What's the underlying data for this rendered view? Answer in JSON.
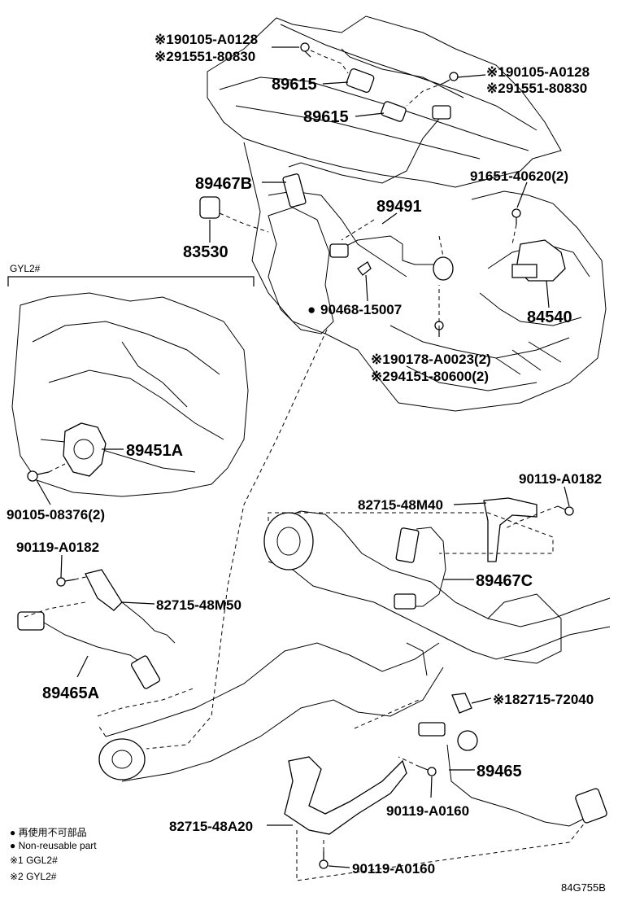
{
  "diagram_code": "84G755B",
  "variant_label": "GYL2#",
  "parts": {
    "bolt_top_left_1": "90105-A0128",
    "bolt_top_left_2": "91551-80830",
    "bolt_top_right_1": "90105-A0128",
    "bolt_top_right_2": "91551-80830",
    "sensor_89615_a": "89615",
    "sensor_89615_b": "89615",
    "sensor_89467b": "89467B",
    "sensor_83530": "83530",
    "sensor_89491": "89491",
    "clip_90468": "90468-15007",
    "bolt_91651": "91651-40620(2)",
    "switch_84540": "84540",
    "bolt_bottom_1": "90178-A0023(2)",
    "bolt_bottom_2": "94151-80600(2)",
    "switch_89451a": "89451A",
    "bolt_90105_08376": "90105-08376(2)",
    "bolt_90119_left": "90119-A0182",
    "bracket_48m50": "82715-48M50",
    "sensor_89465a": "89465A",
    "bolt_90119_right": "90119-A0182",
    "bracket_48m40": "82715-48M40",
    "sensor_89467c": "89467C",
    "clamp_72040": "82715-72040",
    "sensor_89465": "89465",
    "bolt_a0160_upper": "90119-A0160",
    "bracket_48a20": "82715-48A20",
    "bolt_a0160_lower": "90119-A0160"
  },
  "marks": {
    "note1": "※1",
    "note2": "※2",
    "bullet": "●"
  },
  "legend": {
    "line1": "● 再使用不可部品",
    "line2": "● Non-reusable part",
    "line3": "※1  GGL2#",
    "line4": "※2  GYL2#"
  }
}
